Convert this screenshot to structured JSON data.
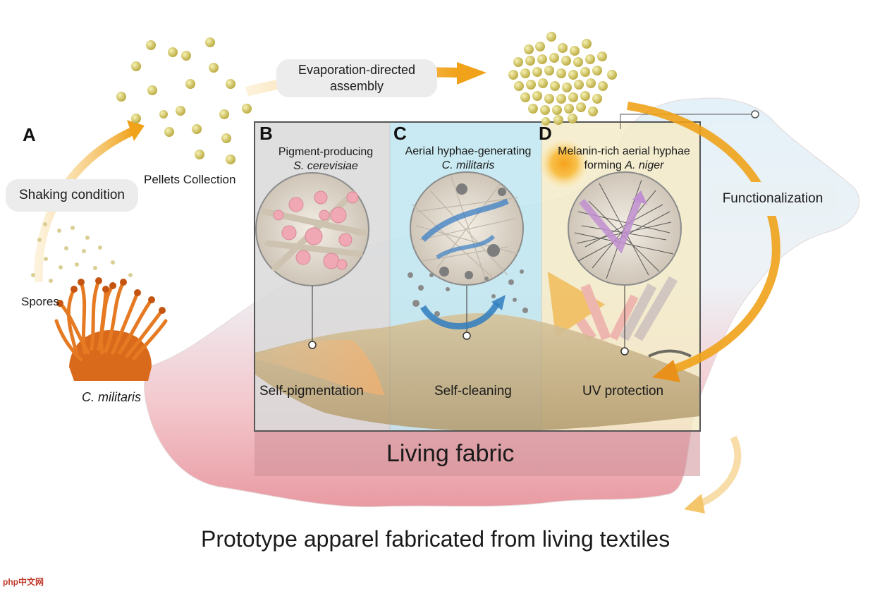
{
  "labels": {
    "panel_a_letter": "A",
    "shaking_condition": "Shaking condition",
    "pellets_collection": "Pellets Collection",
    "spores": "Spores",
    "c_militaris_organism": "C. militaris",
    "evaporation_line1": "Evaporation-directed",
    "evaporation_line2": "assembly",
    "functionalization": "Functionalization",
    "living_fabric": "Living fabric",
    "prototype_apparel": "Prototype apparel fabricated from living textiles"
  },
  "panels": [
    {
      "letter": "B",
      "title_line1": "Pigment-producing",
      "title_line2": "S. cerevisiae",
      "function": "Self-pigmentation",
      "tint": "#dcdcdc"
    },
    {
      "letter": "C",
      "title_line1": "Aerial hyphae-generating",
      "title_line2": "C. militaris",
      "function": "Self-cleaning",
      "tint": "#bfe6f0"
    },
    {
      "letter": "D",
      "title_line1": "Melanin-rich aerial hyphae",
      "title_line2": "A. niger",
      "title_prefix_line2": "forming ",
      "function": "UV protection",
      "tint": "#f6ecc8"
    }
  ],
  "colors": {
    "arrow_orange": "#f2a91e",
    "pellet_yellow": "#d9cf6a",
    "fungus_orange": "#e0701e",
    "fabric_pink": "#e8a0a6",
    "fabric_blue": "#cfe6f2",
    "panel_border": "#555555",
    "pill_gray": "#ececec"
  },
  "watermark": "php中文网"
}
